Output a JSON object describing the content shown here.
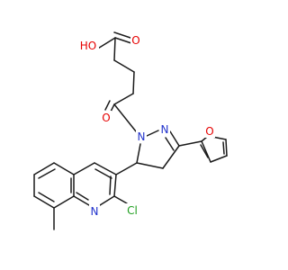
{
  "colors": {
    "bond": "#1a1a1a",
    "oxygen": "#e60000",
    "nitrogen": "#2233cc",
    "chlorine": "#1e9e1e",
    "background": "#ffffff"
  },
  "atom_labels": {
    "hydroxyl": "HO",
    "carboxyl_carbonyl_o": "O",
    "amide_o": "O",
    "pyrazoline_n1": "N",
    "pyrazoline_n2": "N",
    "furan_o": "O",
    "quinoline_n": "N",
    "chloro": "Cl"
  }
}
